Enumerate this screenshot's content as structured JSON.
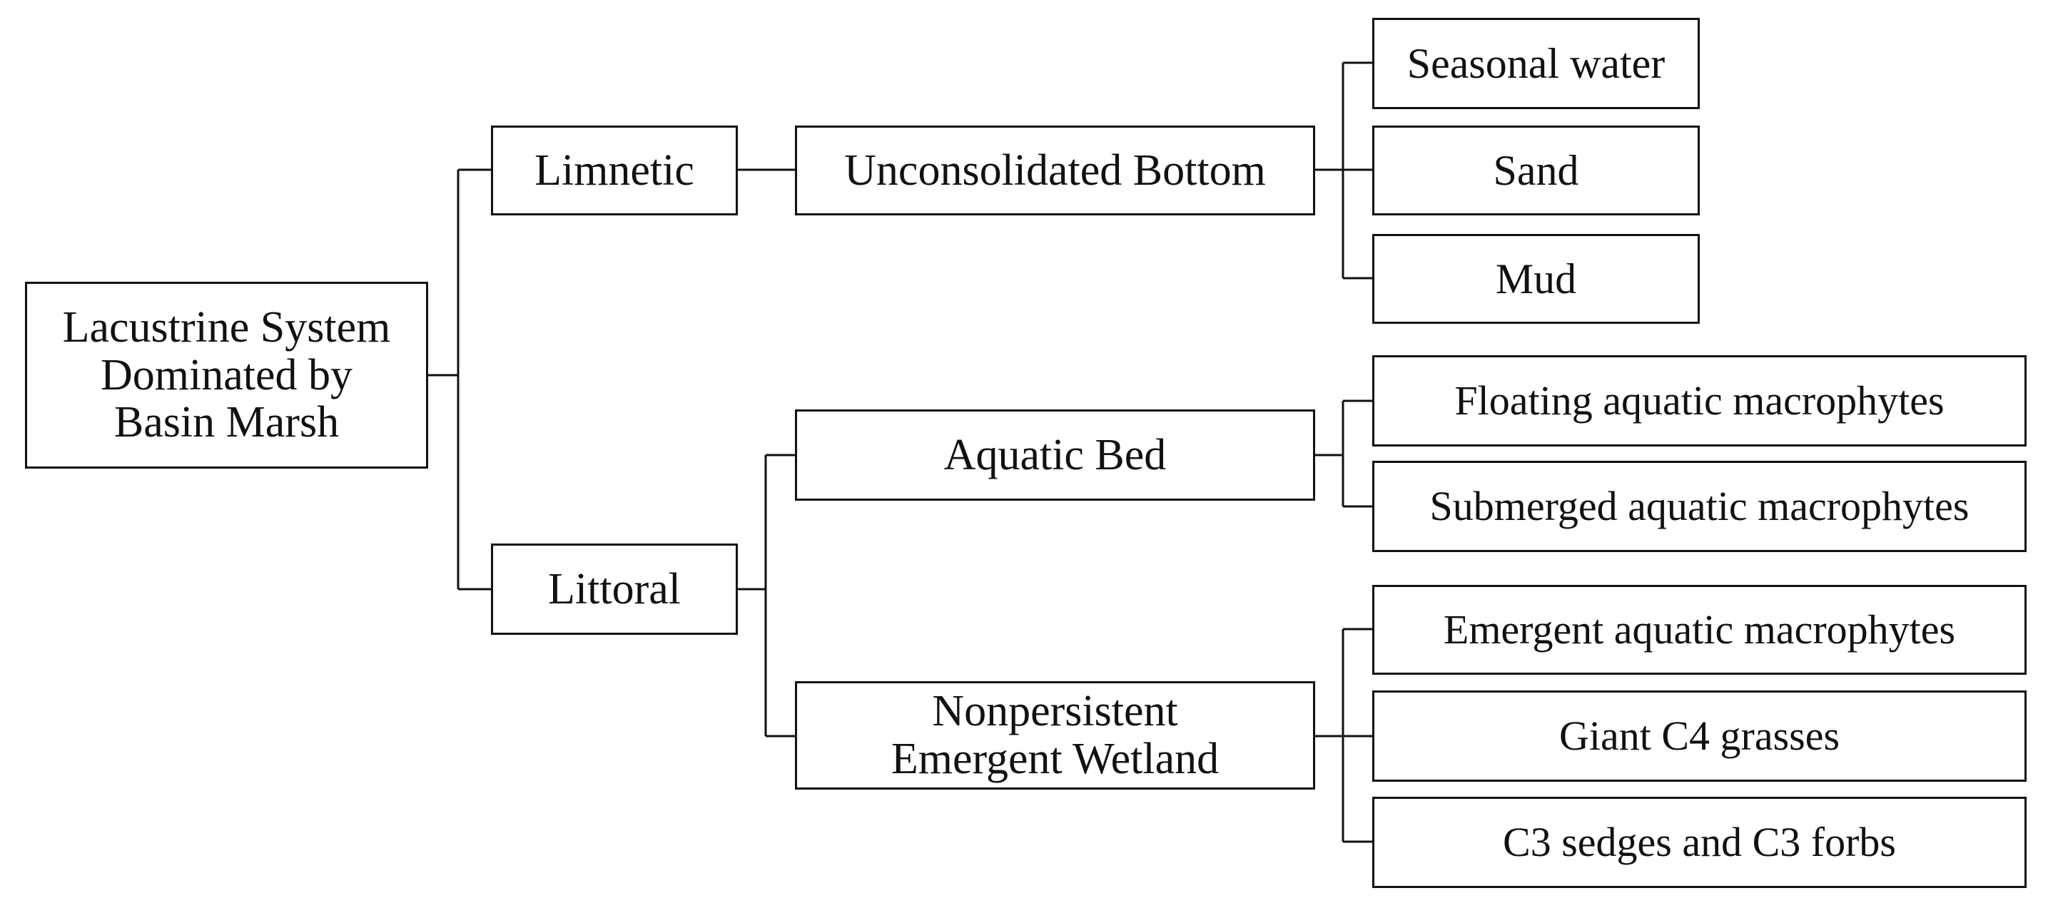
{
  "root": {
    "lines": [
      "Lacustrine System",
      "Dominated by",
      "Basin Marsh"
    ]
  },
  "subsystems": {
    "limnetic": "Limnetic",
    "littoral": "Littoral"
  },
  "classes": {
    "unconsolidated_bottom": "Unconsolidated Bottom",
    "aquatic_bed": "Aquatic Bed",
    "nonpersistent_lines": [
      "Nonpersistent",
      "Emergent Wetland"
    ]
  },
  "subclasses": {
    "unconsolidated_bottom": [
      "Seasonal water",
      "Sand",
      "Mud"
    ],
    "aquatic_bed": [
      "Floating aquatic macrophytes",
      "Submerged aquatic macrophytes"
    ],
    "nonpersistent": [
      "Emergent aquatic macrophytes",
      "Giant C4 grasses",
      "C3 sedges and C3 forbs"
    ]
  }
}
